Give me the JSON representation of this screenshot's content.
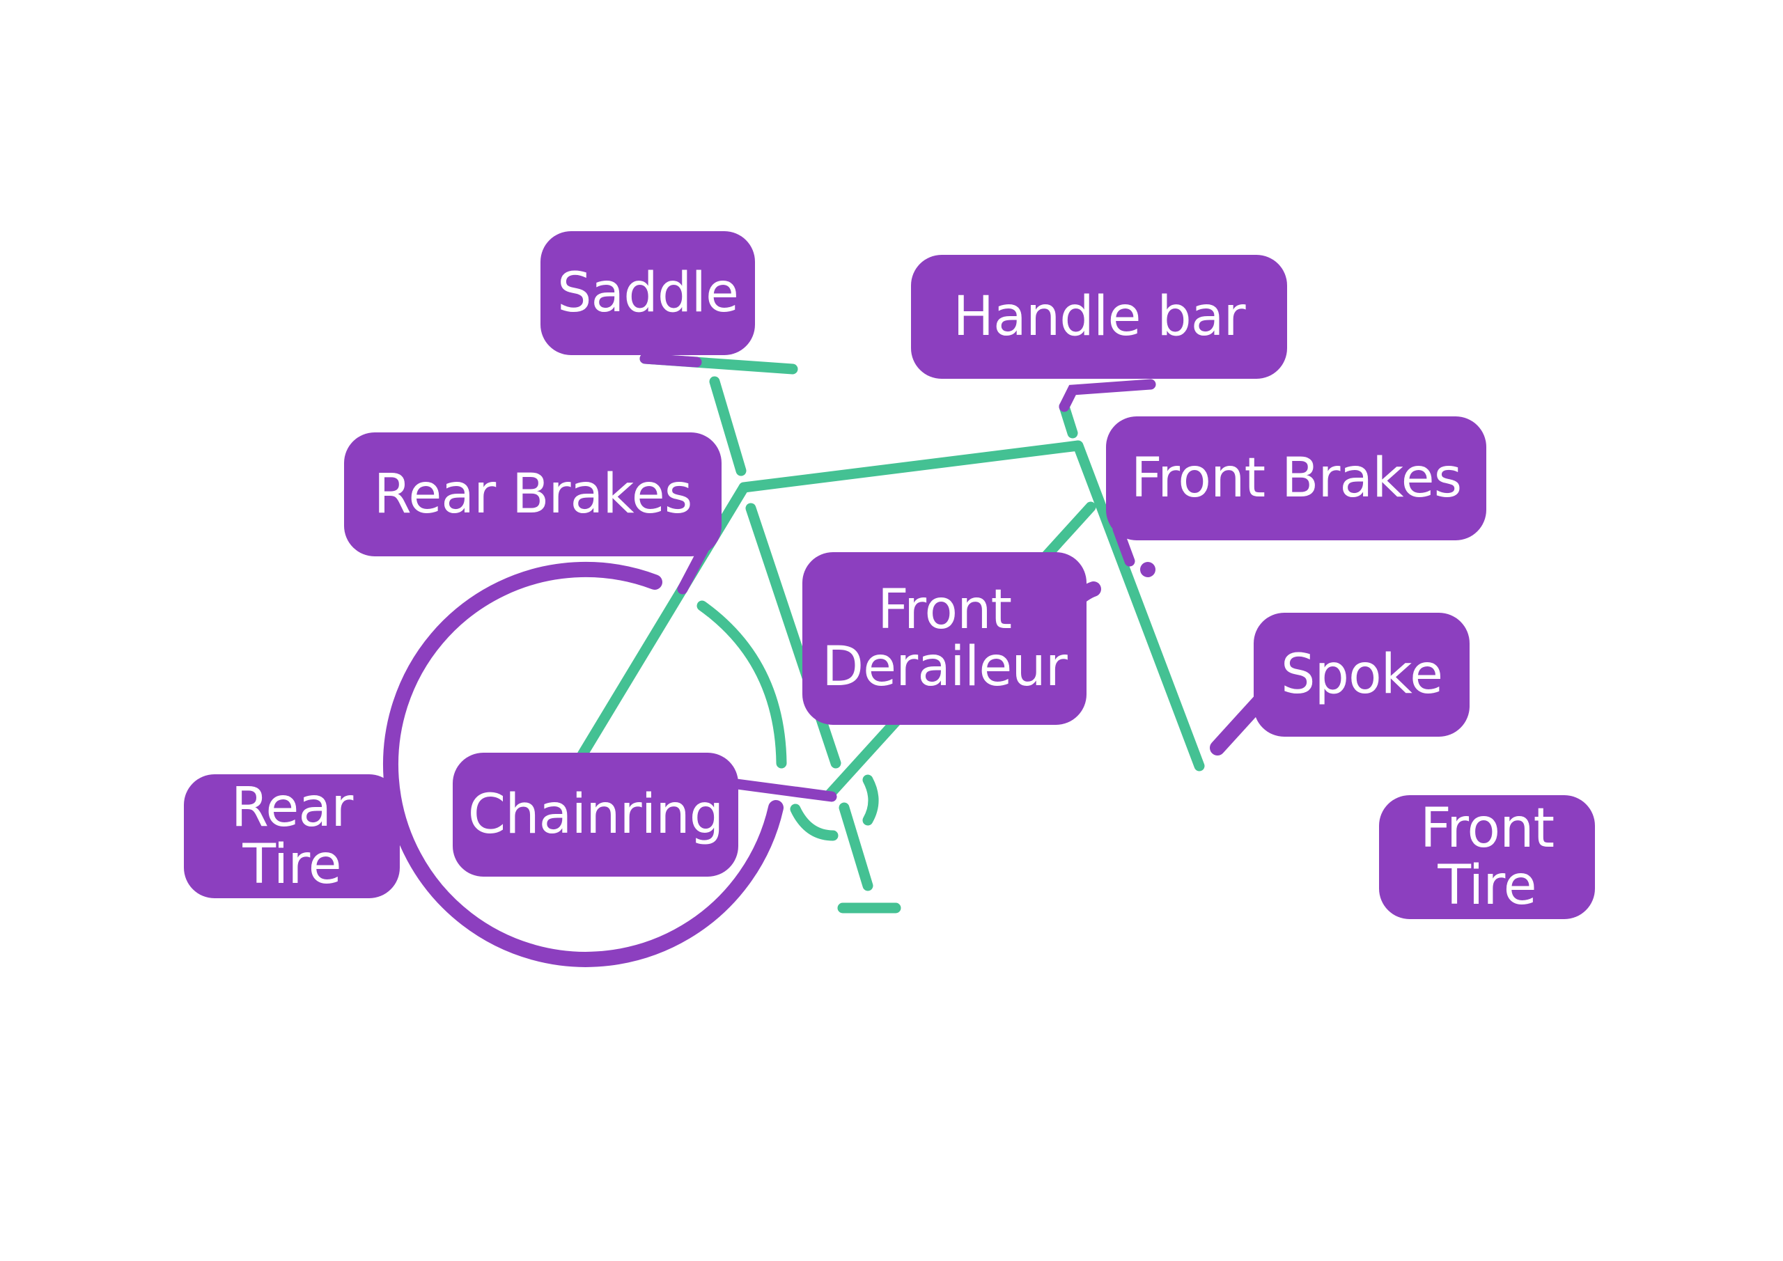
{
  "colors": {
    "frame": "#44c193",
    "wheels": "#8c3fbf",
    "label_bg": "#8c3fbf",
    "label_text": "#ffffff",
    "background": "#ffffff"
  },
  "labels": {
    "saddle": "Saddle",
    "handle_bar": "Handle bar",
    "rear_brakes": "Rear Brakes",
    "front_brakes": "Front Brakes",
    "front_derailleur": {
      "line1": "Front",
      "line2": "Deraileur"
    },
    "spoke": "Spoke",
    "rear_tire": {
      "line1": "Rear",
      "line2": "Tire"
    },
    "chainring": "Chainring",
    "front_tire": {
      "line1": "Front",
      "line2": "Tire"
    }
  }
}
